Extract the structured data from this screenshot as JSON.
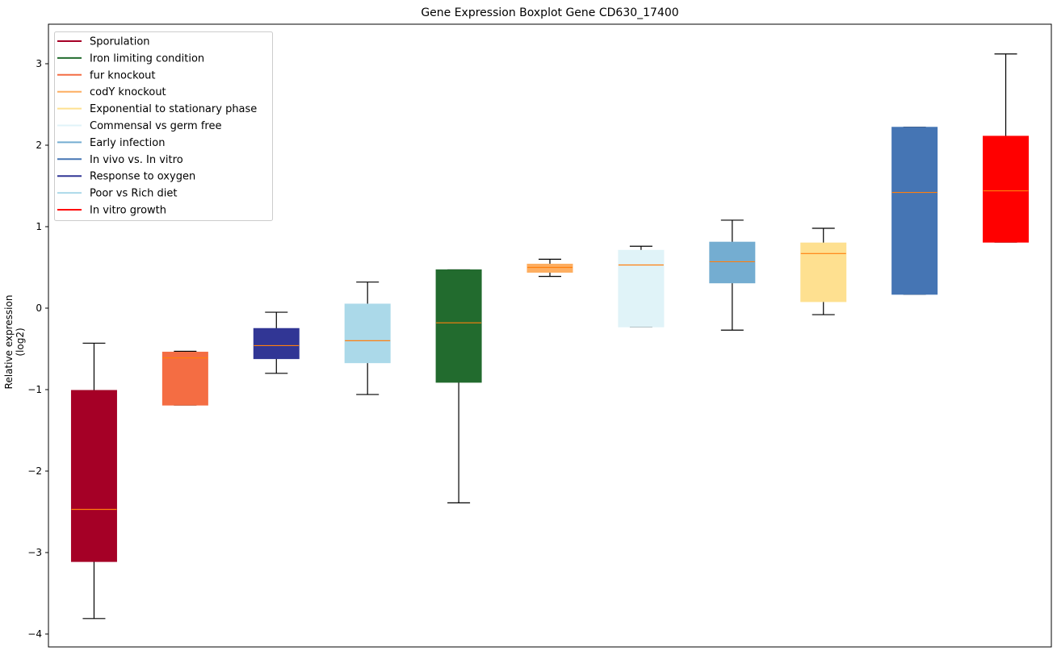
{
  "chart_data": {
    "type": "box",
    "title": "Gene Expression Boxplot Gene CD630_17400",
    "xlabel": "",
    "ylabel": "Relative expression (log2)",
    "ylim": [
      -4.16,
      3.48
    ],
    "yticks": [
      -4,
      -3,
      -2,
      -1,
      0,
      1,
      2,
      3
    ],
    "ytick_labels": [
      "−4",
      "−3",
      "−2",
      "−1",
      "0",
      "1",
      "2",
      "3"
    ],
    "grid": false,
    "legend_position": "top-left",
    "median_color": "#ff7f0e",
    "legend": [
      {
        "label": "Sporulation",
        "color": "#a50026"
      },
      {
        "label": "Iron limiting condition",
        "color": "#226b2e"
      },
      {
        "label": "fur knockout",
        "color": "#f46d43"
      },
      {
        "label": "codY knockout",
        "color": "#fdae61"
      },
      {
        "label": "Exponential to stationary phase",
        "color": "#fee090"
      },
      {
        "label": "Commensal vs germ free",
        "color": "#e0f3f8"
      },
      {
        "label": "Early infection",
        "color": "#74add1"
      },
      {
        "label": "In vivo vs. In vitro",
        "color": "#4575b4"
      },
      {
        "label": "Response to oxygen",
        "color": "#313695"
      },
      {
        "label": "Poor vs Rich diet",
        "color": "#abd9e9"
      },
      {
        "label": "In vitro growth",
        "color": "#ff0000"
      }
    ],
    "boxes": [
      {
        "name": "Sporulation",
        "color": "#a50026",
        "whislo": -3.81,
        "q1": -3.11,
        "med": -2.47,
        "q3": -1.01,
        "whishi": -0.43
      },
      {
        "name": "fur knockout",
        "color": "#f46d43",
        "whislo": -1.19,
        "q1": -1.19,
        "med": -0.61,
        "q3": -0.54,
        "whishi": -0.53
      },
      {
        "name": "Response to oxygen",
        "color": "#313695",
        "whislo": -0.8,
        "q1": -0.62,
        "med": -0.46,
        "q3": -0.25,
        "whishi": -0.05
      },
      {
        "name": "Poor vs Rich diet",
        "color": "#abd9e9",
        "whislo": -1.06,
        "q1": -0.67,
        "med": -0.4,
        "q3": 0.05,
        "whishi": 0.32
      },
      {
        "name": "Iron limiting condition",
        "color": "#226b2e",
        "whislo": -2.39,
        "q1": -0.91,
        "med": -0.18,
        "q3": 0.47,
        "whishi": 0.47
      },
      {
        "name": "codY knockout",
        "color": "#fdae61",
        "whislo": 0.39,
        "q1": 0.44,
        "med": 0.5,
        "q3": 0.54,
        "whishi": 0.6
      },
      {
        "name": "Commensal vs germ free",
        "color": "#e0f3f8",
        "whislo": -0.23,
        "q1": -0.23,
        "med": 0.53,
        "q3": 0.71,
        "whishi": 0.76
      },
      {
        "name": "Early infection",
        "color": "#74add1",
        "whislo": -0.27,
        "q1": 0.31,
        "med": 0.57,
        "q3": 0.81,
        "whishi": 1.08
      },
      {
        "name": "Exponential to stationary phase",
        "color": "#fee090",
        "whislo": -0.08,
        "q1": 0.08,
        "med": 0.67,
        "q3": 0.8,
        "whishi": 0.98
      },
      {
        "name": "In vivo vs. In vitro",
        "color": "#4575b4",
        "whislo": 0.17,
        "q1": 0.17,
        "med": 1.42,
        "q3": 2.22,
        "whishi": 2.22
      },
      {
        "name": "In vitro growth",
        "color": "#ff0000",
        "whislo": 0.81,
        "q1": 0.81,
        "med": 1.44,
        "q3": 2.11,
        "whishi": 3.12
      }
    ]
  }
}
